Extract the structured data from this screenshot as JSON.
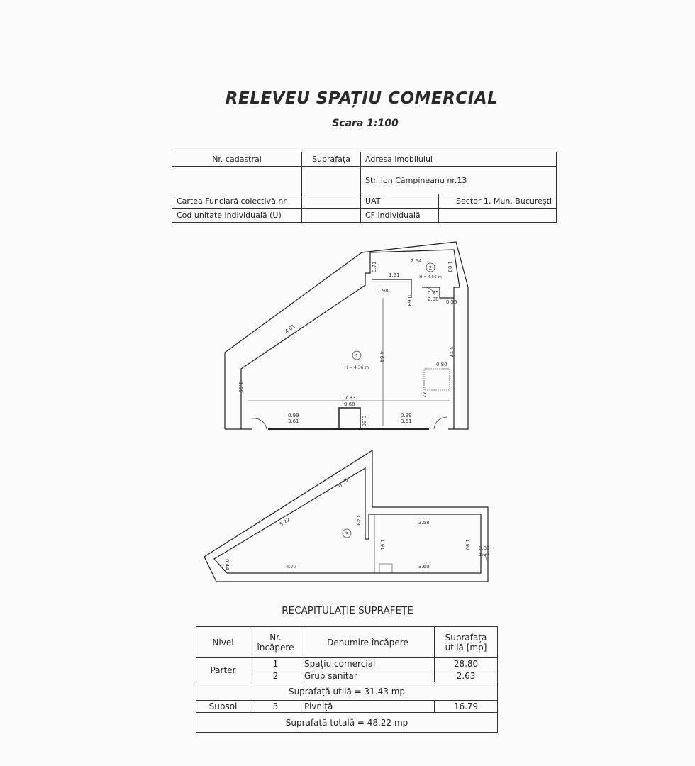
{
  "document": {
    "title": "RELEVEU SPAȚIU COMERCIAL",
    "scale": "Scara 1:100"
  },
  "info_table": {
    "nr_cadastral_label": "Nr. cadastral",
    "suprafata_label": "Suprafața",
    "adresa_label": "Adresa imobilului",
    "adresa_value": "Str. Ion Câmpineanu nr.13",
    "carte_funciara_label": "Cartea Funciară colectivă nr.",
    "uat_label": "UAT",
    "uat_value": "Sector 1, Mun. București",
    "cod_unitate_label": "Cod unitate individuală (U)",
    "cf_individuala_label": "CF individuală"
  },
  "plan_upper": {
    "room_1": "1",
    "room_1_height": "H = 4.36 m",
    "room_2": "2",
    "room_2_height": "H = 4.56 m",
    "dims": {
      "d264": "2.64",
      "d071": "0.71",
      "d151": "1.51",
      "d103": "1.03",
      "d198": "1.98",
      "d069": "0.69",
      "d075": "0.75",
      "d208": "2.08",
      "d055": "0.55",
      "d401": "4.01",
      "d464": "4.64",
      "d377": "3.77",
      "d080": "0.80",
      "d072": "0.72",
      "d150": "1.50",
      "d733": "7.33",
      "d068": "0.68",
      "d060": "0.60",
      "d099a": "0.99",
      "d361a": "3.61",
      "d099b": "0.99",
      "d361b": "3.61"
    }
  },
  "plan_lower": {
    "room_3": "3",
    "dims": {
      "d059": "0.59",
      "d522": "5.22",
      "d349": "3.49",
      "d358": "3.58",
      "d191": "1.91",
      "d190": "1.90",
      "d083": "0.83",
      "d197": "1.97",
      "d477": "4.77",
      "d360": "3.60",
      "d044": "0.44"
    }
  },
  "summary": {
    "title": "RECAPITULAȚIE SUPRAFEȚE",
    "headers": {
      "nivel": "Nivel",
      "nr_incapere": "Nr. încăpere",
      "denumire": "Denumire încăpere",
      "suprafata": "Suprafața utilă [mp]"
    },
    "parter": "Parter",
    "rows_parter": [
      {
        "nr": "1",
        "name": "Spațiu comercial",
        "area": "28.80"
      },
      {
        "nr": "2",
        "name": "Grup sanitar",
        "area": "2.63"
      }
    ],
    "suprafata_utila": "Suprafață utilă = 31.43 mp",
    "subsol": "Subsol",
    "row_subsol": {
      "nr": "3",
      "name": "Pivniță",
      "area": "16.79"
    },
    "suprafata_totala": "Suprafață totală = 48.22 mp"
  }
}
